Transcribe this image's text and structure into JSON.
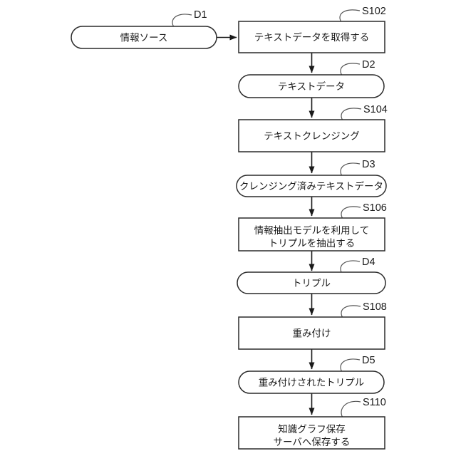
{
  "diagram": {
    "type": "flowchart",
    "language": "ja",
    "colors": {
      "background": "#ffffff",
      "line": "#1a1a1a",
      "shape_stroke": "#2a2a2a",
      "shape_fill": "#ffffff",
      "text": "#1a1a1a"
    },
    "nodes": {
      "d1": {
        "ref": "D1",
        "shape": "terminator",
        "label": "情報ソース"
      },
      "s102": {
        "ref": "S102",
        "shape": "process",
        "label": "テキストデータを取得する"
      },
      "d2": {
        "ref": "D2",
        "shape": "terminator",
        "label": "テキストデータ"
      },
      "s104": {
        "ref": "S104",
        "shape": "process",
        "label": "テキストクレンジング"
      },
      "d3": {
        "ref": "D3",
        "shape": "terminator",
        "label": "クレンジング済みテキストデータ"
      },
      "s106": {
        "ref": "S106",
        "shape": "process",
        "label_line1": "情報抽出モデルを利用して",
        "label_line2": "トリプルを抽出する"
      },
      "d4": {
        "ref": "D4",
        "shape": "terminator",
        "label": "トリプル"
      },
      "s108": {
        "ref": "S108",
        "shape": "process",
        "label": "重み付け"
      },
      "d5": {
        "ref": "D5",
        "shape": "terminator",
        "label": "重み付けされたトリプル"
      },
      "s110": {
        "ref": "S110",
        "shape": "process",
        "label_line1": "知識グラフ保存",
        "label_line2": "サーバへ保存する"
      }
    },
    "edges": [
      {
        "from": "D1",
        "to": "S102"
      },
      {
        "from": "S102",
        "to": "D2"
      },
      {
        "from": "D2",
        "to": "S104"
      },
      {
        "from": "S104",
        "to": "D3"
      },
      {
        "from": "D3",
        "to": "S106"
      },
      {
        "from": "S106",
        "to": "D4"
      },
      {
        "from": "D4",
        "to": "S108"
      },
      {
        "from": "S108",
        "to": "D5"
      },
      {
        "from": "D5",
        "to": "S110"
      }
    ]
  }
}
